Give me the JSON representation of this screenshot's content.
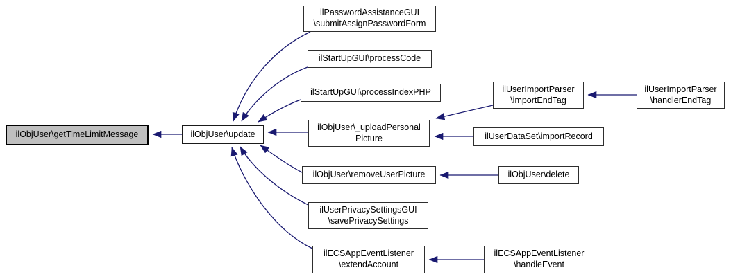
{
  "diagram": {
    "kind": "caller-graph",
    "edge_color": "#191970",
    "highlight_fill": "#bfbfbf",
    "nodes": {
      "getTimeLimitMessage": {
        "label": "ilObjUser\\getTimeLimitMessage",
        "highlighted": true
      },
      "update": {
        "label": "ilObjUser\\update"
      },
      "submitAssignPasswordForm": {
        "label": "ilPasswordAssistanceGUI\n\\submitAssignPasswordForm"
      },
      "processCode": {
        "label": "ilStartUpGUI\\processCode"
      },
      "processIndexPHP": {
        "label": "ilStartUpGUI\\processIndexPHP"
      },
      "uploadPersonalPicture": {
        "label": "ilObjUser\\_uploadPersonal\nPicture"
      },
      "removeUserPicture": {
        "label": "ilObjUser\\removeUserPicture"
      },
      "savePrivacySettings": {
        "label": "ilUserPrivacySettingsGUI\n\\savePrivacySettings"
      },
      "extendAccount": {
        "label": "ilECSAppEventListener\n\\extendAccount"
      },
      "importEndTag": {
        "label": "ilUserImportParser\n\\importEndTag"
      },
      "handlerEndTag": {
        "label": "ilUserImportParser\n\\handlerEndTag"
      },
      "importRecord": {
        "label": "ilUserDataSet\\importRecord"
      },
      "delete": {
        "label": "ilObjUser\\delete"
      },
      "handleEvent": {
        "label": "ilECSAppEventListener\n\\handleEvent"
      }
    },
    "edges": [
      {
        "from": "update",
        "to": "getTimeLimitMessage"
      },
      {
        "from": "submitAssignPasswordForm",
        "to": "update"
      },
      {
        "from": "processCode",
        "to": "update"
      },
      {
        "from": "processIndexPHP",
        "to": "update"
      },
      {
        "from": "uploadPersonalPicture",
        "to": "update"
      },
      {
        "from": "removeUserPicture",
        "to": "update"
      },
      {
        "from": "savePrivacySettings",
        "to": "update"
      },
      {
        "from": "extendAccount",
        "to": "update"
      },
      {
        "from": "importEndTag",
        "to": "uploadPersonalPicture"
      },
      {
        "from": "importRecord",
        "to": "uploadPersonalPicture"
      },
      {
        "from": "handlerEndTag",
        "to": "importEndTag"
      },
      {
        "from": "delete",
        "to": "removeUserPicture"
      },
      {
        "from": "handleEvent",
        "to": "extendAccount"
      }
    ]
  }
}
